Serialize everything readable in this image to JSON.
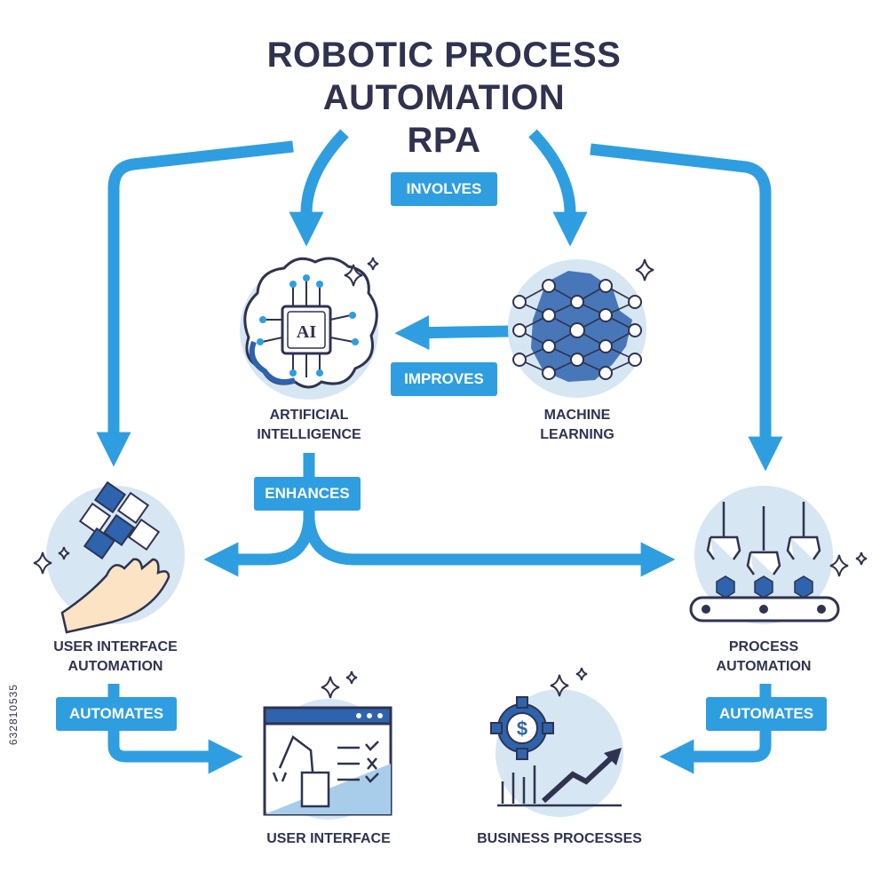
{
  "title": {
    "line1": "ROBOTIC PROCESS",
    "line2": "AUTOMATION",
    "line3": "RPA"
  },
  "tags": {
    "involves": "INVOLVES",
    "improves": "IMPROVES",
    "enhances": "ENHANCES",
    "automates_left": "AUTOMATES",
    "automates_right": "AUTOMATES"
  },
  "nodes": {
    "ai": {
      "line1": "ARTIFICIAL",
      "line2": "INTELLIGENCE",
      "chip": "AI"
    },
    "ml": {
      "line1": "MACHINE",
      "line2": "LEARNING"
    },
    "uia": {
      "line1": "USER INTERFACE",
      "line2": "AUTOMATION"
    },
    "pa": {
      "line1": "PROCESS",
      "line2": "AUTOMATION"
    },
    "ui": {
      "line1": "USER INTERFACE"
    },
    "bp": {
      "line1": "BUSINESS PROCESSES",
      "currency": "$"
    }
  },
  "stock_id": "632810535",
  "colors": {
    "arrow": "#2f9ee0",
    "circle": "#d6e6f3",
    "dark": "#2f3350",
    "blue": "#2e63ad"
  }
}
